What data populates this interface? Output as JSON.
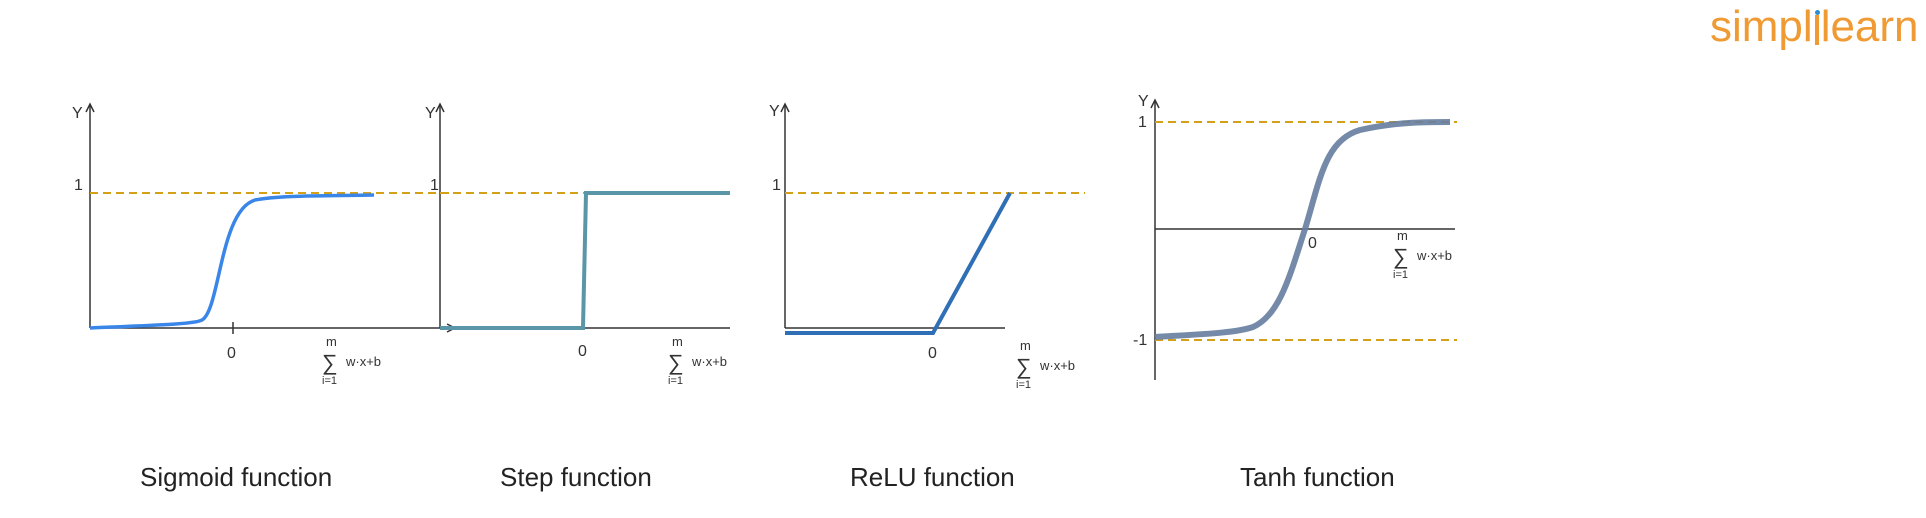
{
  "logo": {
    "part1": "simpl",
    "part2": "learn"
  },
  "colors": {
    "threshold_line": "#d4a017",
    "axis": "#333333",
    "logo": "#f09a33",
    "logo_dot": "#2b8fcf"
  },
  "labels": {
    "y_axis": "Y",
    "origin": "0",
    "sum_upper": "m",
    "sum_lower": "i=1",
    "sum_symbol": "∑",
    "sum_expr": "w·x+b"
  },
  "panels": [
    {
      "id": "sigmoid",
      "title": "Sigmoid function",
      "y_ticks": [
        "1"
      ],
      "curve_color": "#3a86e8"
    },
    {
      "id": "step",
      "title": "Step function",
      "y_ticks": [
        "1"
      ],
      "curve_color": "#5a95a8"
    },
    {
      "id": "relu",
      "title": "ReLU function",
      "y_ticks": [
        "1"
      ],
      "curve_color": "#2f6fb5"
    },
    {
      "id": "tanh",
      "title": "Tanh function",
      "y_ticks": [
        "1",
        "-1"
      ],
      "curve_color": "#667d9e"
    }
  ]
}
